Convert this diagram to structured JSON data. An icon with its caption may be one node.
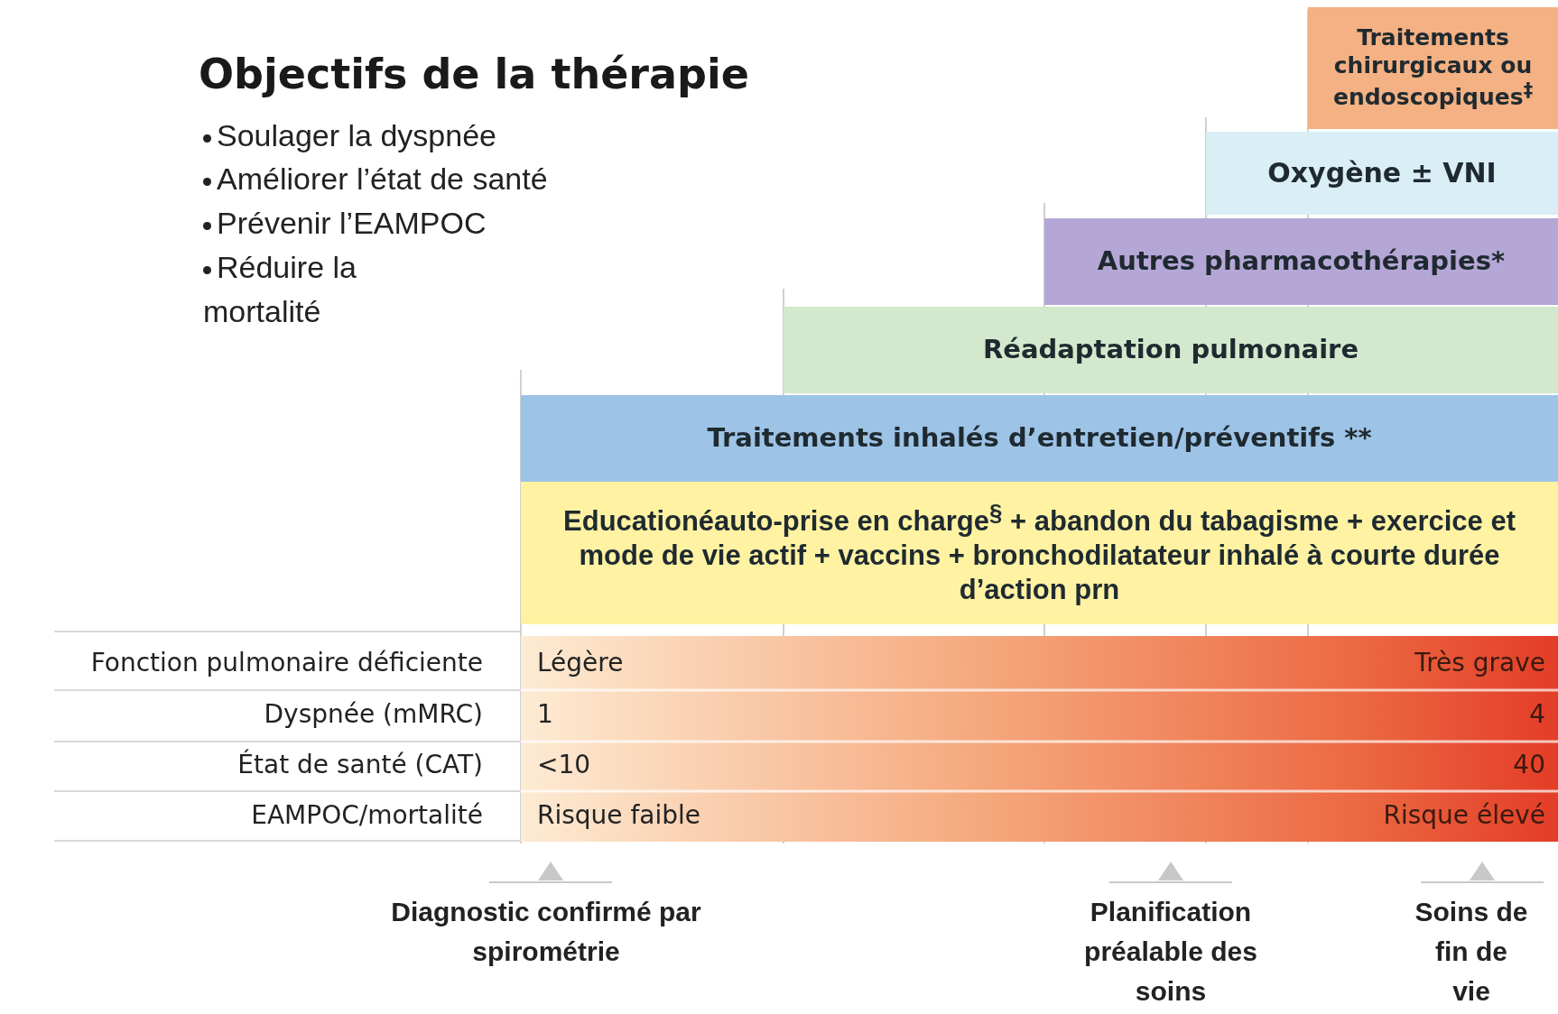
{
  "diagram": {
    "title": "Objectifs de la thérapie",
    "nodes": [
      {
        "text": [
          "Traitements chirurgicaux ou endoscopiques$^{‡}$"
        ]
      },
      {
        "text": [
          "Oxygène ± VNI"
        ]
      },
      {
        "text": [
          "Autres pharmacothérapies*"
        ]
      },
      {
        "text": [
          "Réadaptation pulmonaire"
        ]
      },
      {
        "text": [
          "Traitements inhalés d’entretien/préventifs **"
        ]
      },
      {
        "text": [
          "Educationéauto-prise en charge$^{§}$ + abandon du tabagisme + exercice et mode de vie actif + vaccins + bronchodilatateur inhalé à courte durée d’action prn"
        ]
      }
    ],
    "labels": [
      "Soulager la dyspnée",
      "Améliorer l’état de santé",
      "Prévenir l’EAMPOC",
      "Réduire la mortalité",
      "Fonction pulmonaire déficiente",
      "Légère",
      "Très grave",
      "Dyspnée (mMRC)",
      "1",
      "4",
      "État de santé (CAT)",
      "<10",
      "40",
      "EAMPOC/mortalité",
      "Risque faible",
      "Risque élevé",
      "Diagnostic confirmé par spirométrie",
      "Planification préalable des soins",
      "Soins de fin de vie"
    ]
  }
}
